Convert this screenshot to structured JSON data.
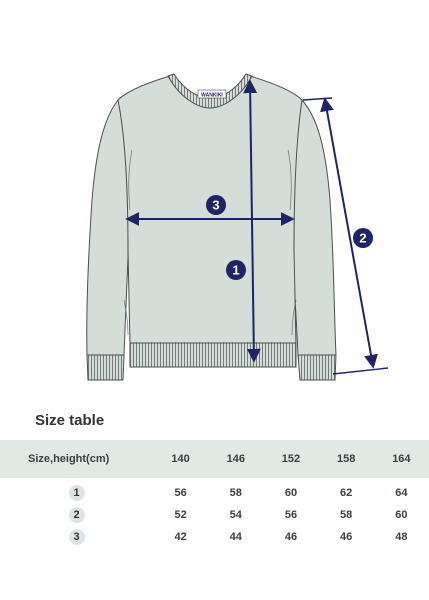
{
  "brand_label": "WANKIKI",
  "measurement_markers": [
    "1",
    "2",
    "3"
  ],
  "colors": {
    "garment_fill": "#d4ddd7",
    "garment_stroke": "#4a4f52",
    "arrow": "#1f2466",
    "table_header_bg": "#e1e9e4"
  },
  "section_title": "Size table",
  "size_table": {
    "header_label": "Size,height(cm)",
    "sizes": [
      "140",
      "146",
      "152",
      "158",
      "164"
    ],
    "rows": [
      {
        "marker": "1",
        "values": [
          "56",
          "58",
          "60",
          "62",
          "64"
        ]
      },
      {
        "marker": "2",
        "values": [
          "52",
          "54",
          "56",
          "58",
          "60"
        ]
      },
      {
        "marker": "3",
        "values": [
          "42",
          "44",
          "46",
          "46",
          "48"
        ]
      }
    ]
  }
}
